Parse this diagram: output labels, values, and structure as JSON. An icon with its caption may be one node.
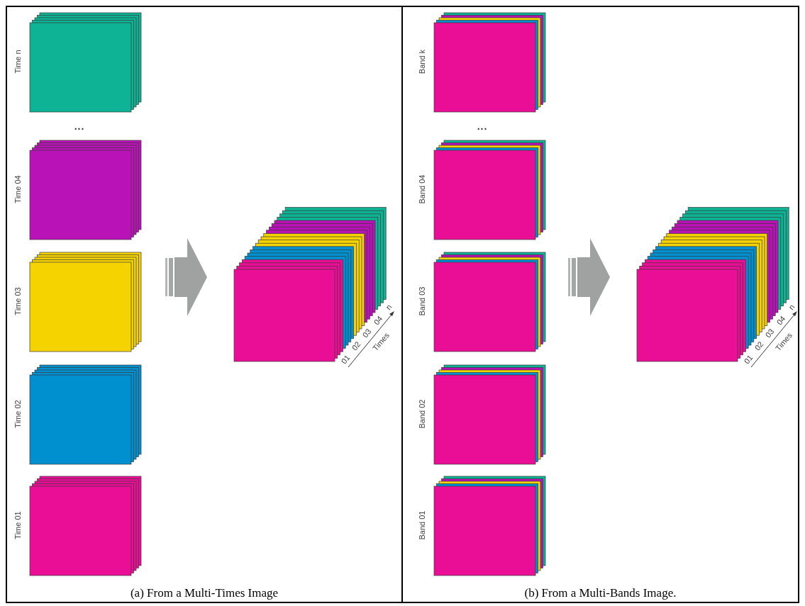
{
  "diagram": {
    "nodes": [
      {
        "text": [
          "(a) From a Multi-Times Image"
        ]
      },
      {
        "text": [
          "Time n"
        ],
        "in": 0
      },
      {
        "text": [
          "Time 04"
        ],
        "in": 0
      },
      {
        "text": [
          "Time 03"
        ],
        "in": 0
      },
      {
        "text": [
          "Time 02"
        ],
        "in": 0
      },
      {
        "text": [
          "Time 01"
        ],
        "in": 0
      },
      {
        "text": [],
        "shape": "box",
        "in": 0
      },
      {
        "text": [
          "(b) From a Multi-Bands Image."
        ]
      },
      {
        "text": [
          "Band k"
        ],
        "in": 7
      },
      {
        "text": [
          "Band 04"
        ],
        "in": 7
      },
      {
        "text": [
          "Band 03"
        ],
        "in": 7
      },
      {
        "text": [
          "Band 02"
        ],
        "in": 7
      },
      {
        "text": [
          "Band 01"
        ],
        "in": 7
      },
      {
        "text": [],
        "shape": "box",
        "in": 7
      }
    ],
    "edges": [
      {
        "from": null,
        "to": 6,
        "arrow": "to"
      },
      {
        "from": null,
        "to": 13,
        "arrow": "to"
      }
    ],
    "labels": [
      "...",
      "01",
      "02",
      "03",
      "04",
      "n",
      "Times",
      "...",
      "01",
      "02",
      "03",
      "04",
      "n",
      "Times"
    ]
  }
}
